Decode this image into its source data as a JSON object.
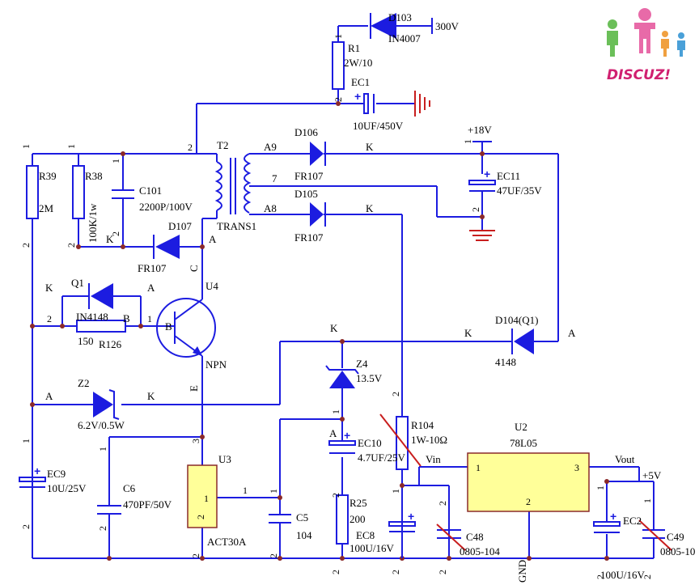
{
  "logo": {
    "text": "DISCUZ!"
  },
  "labels": {
    "D103": "D103",
    "D103v": "IN4007",
    "v300": "300V",
    "R1": "R1",
    "R1v": "2W/10",
    "EC1": "EC1",
    "EC1v": "10UF/450V",
    "D106": "D106",
    "D106v": "FR107",
    "D105": "D105",
    "D105v": "FR107",
    "v18": "+18V",
    "EC11": "EC11",
    "EC11v": "47UF/35V",
    "T2": "T2",
    "T2v": "TRANS1",
    "A9": "A9",
    "A8": "A8",
    "p7": "7",
    "R39": "R39",
    "R39v": "2M",
    "R38": "R38",
    "R38v": "100K/1w",
    "C101": "C101",
    "C101v": "2200P/100V",
    "D107": "D107",
    "D107v": "FR107",
    "Q1": "Q1",
    "Q1v": "IN4148",
    "R126": "R126",
    "R126v": "150",
    "U4": "U4",
    "U4v": "NPN",
    "D104": "D104(Q1)",
    "D104v": "4148",
    "Z4": "Z4",
    "Z4v": "13.5V",
    "Z2": "Z2",
    "Z2v": "6.2V/0.5W",
    "R104": "R104",
    "R104v": "1W-10Ω",
    "U2": "U2",
    "U2v": "78L05",
    "Vin": "Vin",
    "Vout": "Vout",
    "GND": "GND",
    "v5": "+5V",
    "EC10": "EC10",
    "EC10v": "4.7UF/25V",
    "EC9": "EC9",
    "EC9v": "10U/25V",
    "C6": "C6",
    "C6v": "470PF/50V",
    "U3": "U3",
    "U3v": "ACT30A",
    "C5": "C5",
    "C5v": "104",
    "R25": "R25",
    "R25v": "200",
    "EC8": "EC8",
    "EC8v": "100U/16V",
    "C48": "C48",
    "C48v": "0805-104",
    "EC2": "EC2",
    "EC2v": "100U/16V",
    "C49": "C49",
    "C49v": "0805-10",
    "pA": "A",
    "pK": "K",
    "pB": "B",
    "pC": "C",
    "pE": "E",
    "p1": "1",
    "p2": "2",
    "p3": "3"
  },
  "colors": {
    "wire": "#1c1ce0",
    "junction": "#8a2a2a",
    "ic_fill": "#ffff99",
    "strike": "#c81e1e"
  }
}
